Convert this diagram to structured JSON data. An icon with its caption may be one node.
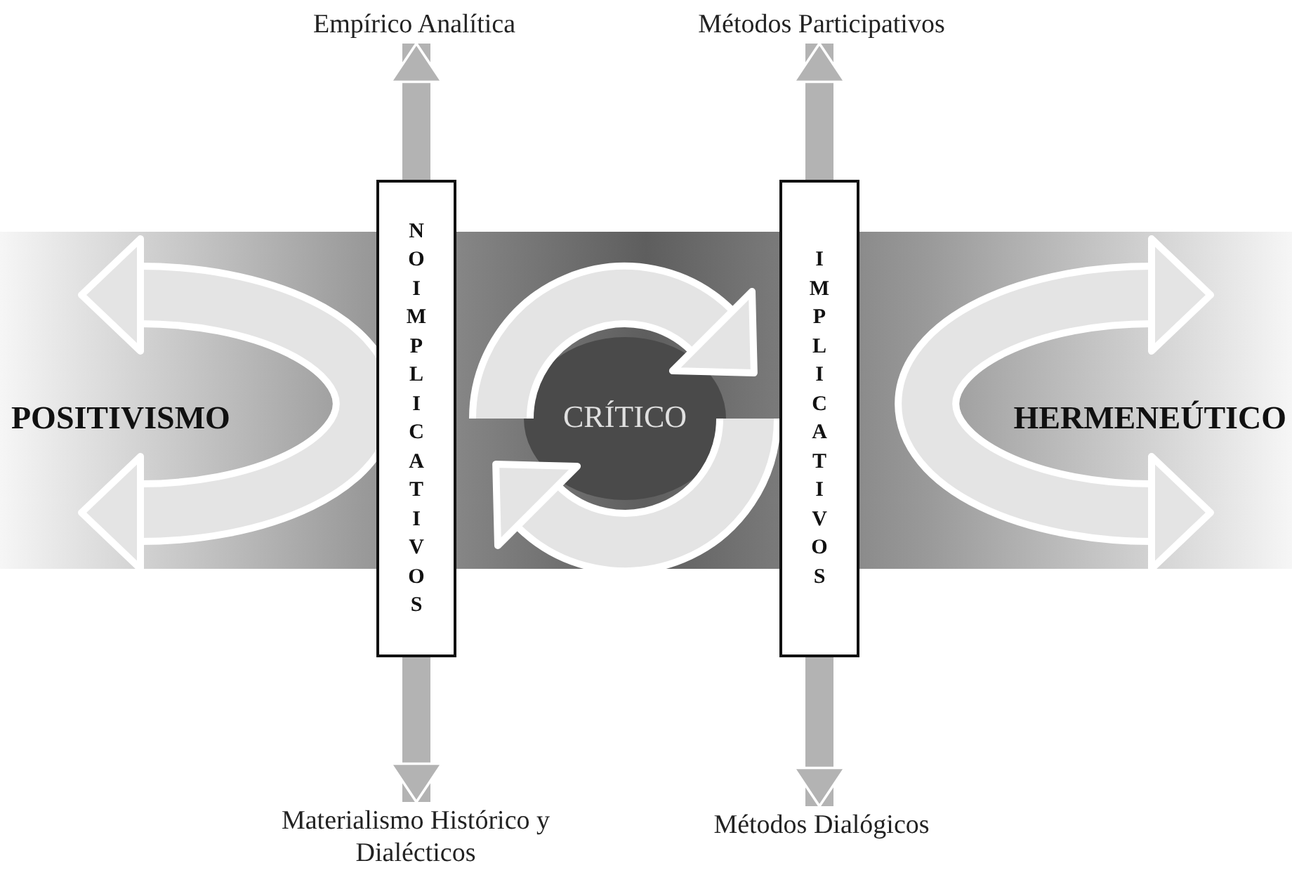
{
  "diagram": {
    "nodes": [
      {
        "text": [
          "Empírico Analítica"
        ]
      },
      {
        "text": [
          "Métodos Participativos"
        ]
      },
      {
        "text": [
          "NO IMPLICATIVOS"
        ]
      },
      {
        "text": [
          "IMPLICATIVOS"
        ]
      },
      {
        "text": [
          "POSITIVISMO"
        ]
      },
      {
        "text": [
          "CRÍTICO"
        ]
      },
      {
        "text": [
          "HERMENEÚTICO"
        ]
      },
      {
        "text": [
          "Materialismo Histórico y Dialécticos"
        ]
      },
      {
        "text": [
          "Métodos Dialógicos"
        ]
      }
    ],
    "edges": [
      {
        "from": 2,
        "to": 0,
        "arrow": "to"
      },
      {
        "from": 2,
        "to": 7,
        "arrow": "to"
      },
      {
        "from": 3,
        "to": 1,
        "arrow": "to"
      },
      {
        "from": 3,
        "to": 8,
        "arrow": "to"
      }
    ]
  }
}
